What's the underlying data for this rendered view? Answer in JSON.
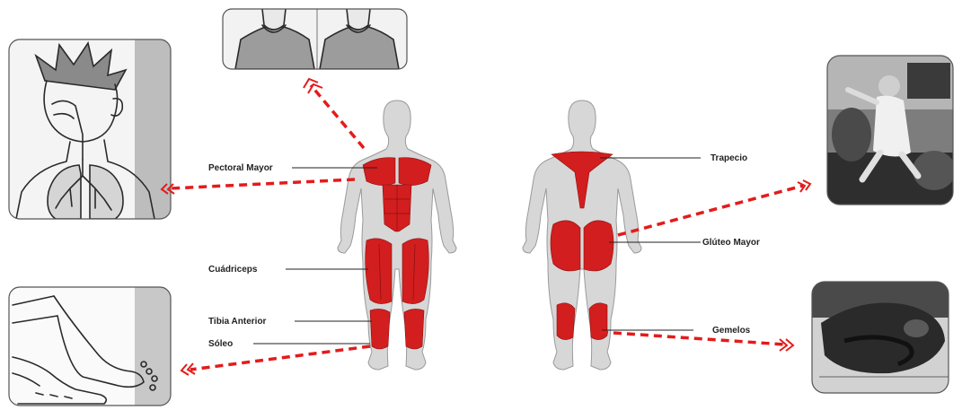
{
  "labels": {
    "pectoral": "Pectoral Mayor",
    "cuadriceps": "Cuádriceps",
    "tibia": "Tibia Anterior",
    "soleo": "Sóleo",
    "trapecio": "Trapecio",
    "gluteo": "Glúteo Mayor",
    "gemelos": "Gemelos"
  },
  "colors": {
    "muscle": "#d21e1e",
    "arrow": "#e41b1b",
    "skin": "#d7d7d7"
  }
}
